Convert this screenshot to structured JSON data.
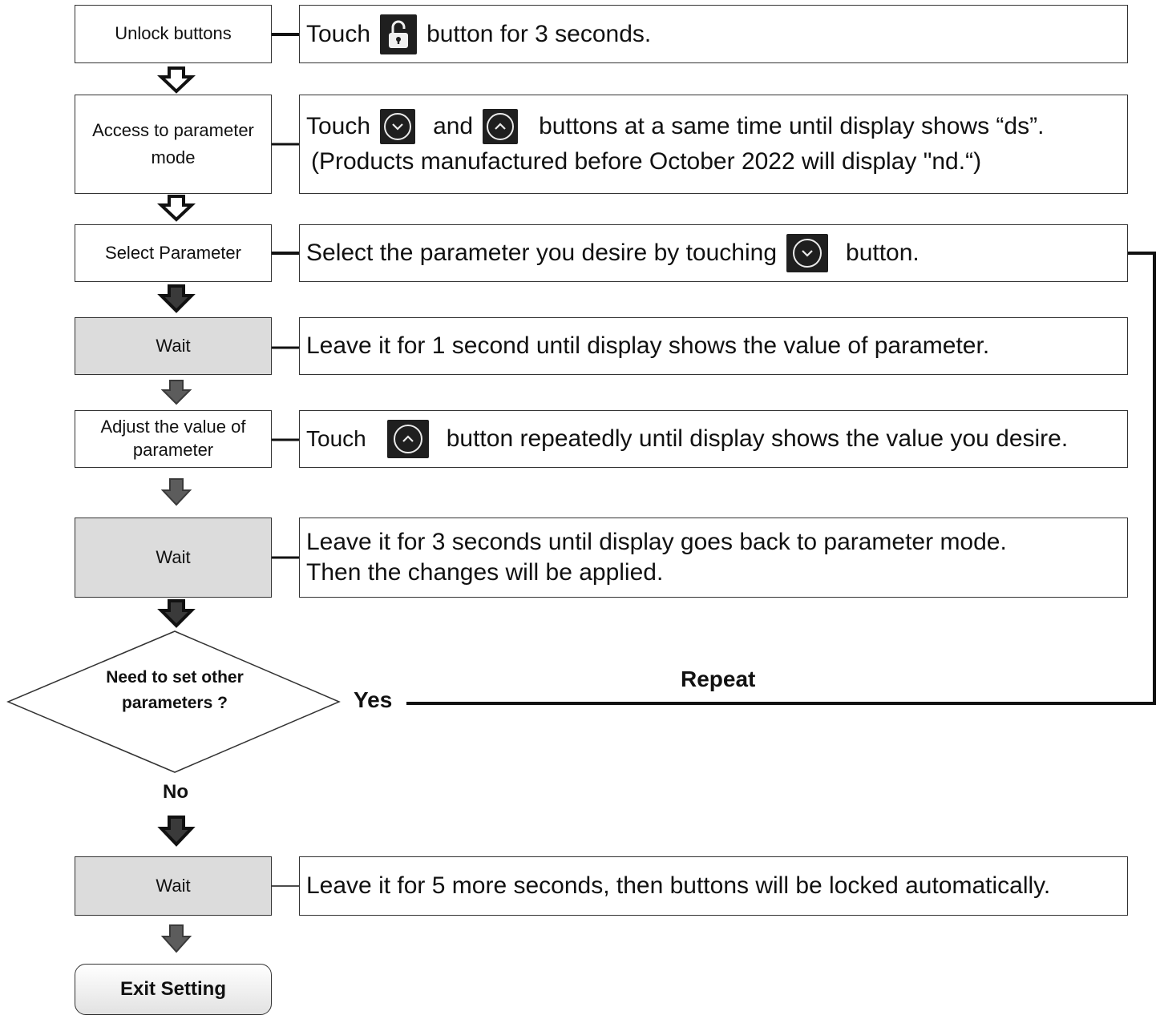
{
  "steps": {
    "unlock": "Unlock buttons",
    "access": "Access to parameter mode",
    "select": "Select Parameter",
    "wait1": "Wait",
    "adjust": "Adjust the value of parameter",
    "wait2": "Wait",
    "decision": "Need to set other parameters ?",
    "wait3": "Wait",
    "exit": "Exit Setting"
  },
  "descriptions": {
    "unlock": {
      "pre": "Touch",
      "post": "button for 3 seconds."
    },
    "access": {
      "pre": "Touch",
      "mid": "and",
      "post": "buttons at a same time until display shows “ds”.",
      "note": "(Products manufactured before October 2022 will display \"nd.“)"
    },
    "select": {
      "pre": "Select the parameter you desire by touching",
      "post": "button."
    },
    "wait1": "Leave it for 1 second until display shows the value of parameter.",
    "adjust": {
      "pre": "Touch",
      "post": "button repeatedly until  display shows the value you desire."
    },
    "wait2": {
      "line1": "Leave it for 3 seconds until display goes back to parameter mode.",
      "line2": "Then the changes will be applied."
    },
    "wait3": "Leave it for 5 more seconds, then buttons will be locked automatically."
  },
  "labels": {
    "yes": "Yes",
    "no": "No",
    "repeat": "Repeat"
  },
  "icons": {
    "unlock": "unlock-icon",
    "down": "chevron-down-icon",
    "up": "chevron-up-icon"
  },
  "colors": {
    "gray_box": "#dcdcdc",
    "border": "#333333",
    "arrow_outline": "#111111",
    "arrow_dark": "#3a3a3a",
    "arrow_medium": "#5c5c5c",
    "icon_bg": "#1f1f1f"
  }
}
